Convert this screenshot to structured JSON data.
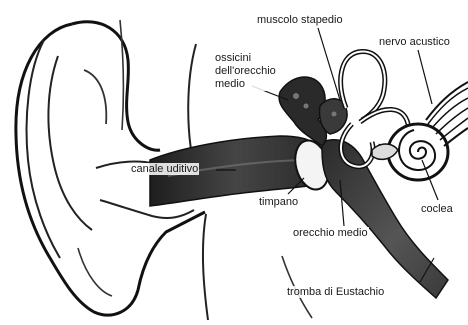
{
  "labels": {
    "muscolo_stapedio": "muscolo stapedio",
    "nervo_acustico": "nervo acustico",
    "ossicini_1": "ossicini",
    "ossicini_2": "dell'orecchio",
    "ossicini_3": "medio",
    "canale_uditivo": "canale uditivo",
    "timpano": "timpano",
    "coclea": "coclea",
    "orecchio_medio": "orecchio medio",
    "tromba_eustachio": "tromba di Eustachio"
  }
}
